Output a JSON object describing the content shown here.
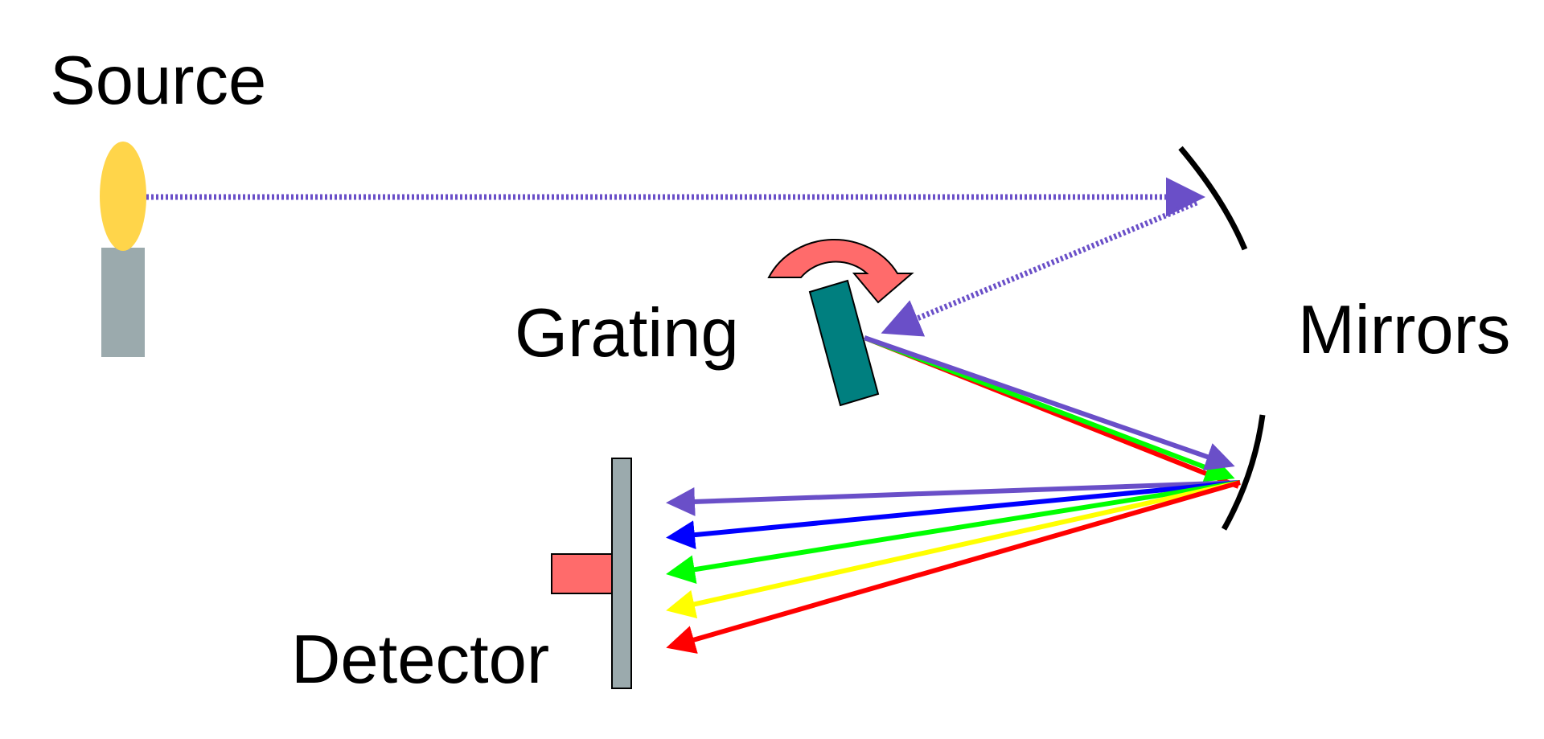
{
  "labels": {
    "source": "Source",
    "grating": "Grating",
    "mirrors": "Mirrors",
    "detector": "Detector"
  },
  "colors": {
    "flame": "#FFD54A",
    "lamp_base": "#9BAAAD",
    "grating": "#007F7F",
    "rotation_arrow": "#FF6B6B",
    "detector_bar": "#9BAAAD",
    "detector_box": "#FF6B6B",
    "mirror": "#000000",
    "beam_violet": "#6A4FC8",
    "beam_blue": "#0000FF",
    "beam_green": "#00FF00",
    "beam_yellow": "#FFFF00",
    "beam_red": "#FF0000"
  },
  "icons": {
    "source": "lamp-icon",
    "grating": "diffraction-grating-icon",
    "rotation": "curved-rotation-arrow-icon",
    "mirror": "curved-mirror-icon",
    "detector": "detector-icon"
  },
  "dispersed_beams": [
    "violet",
    "blue",
    "green",
    "yellow",
    "red"
  ]
}
